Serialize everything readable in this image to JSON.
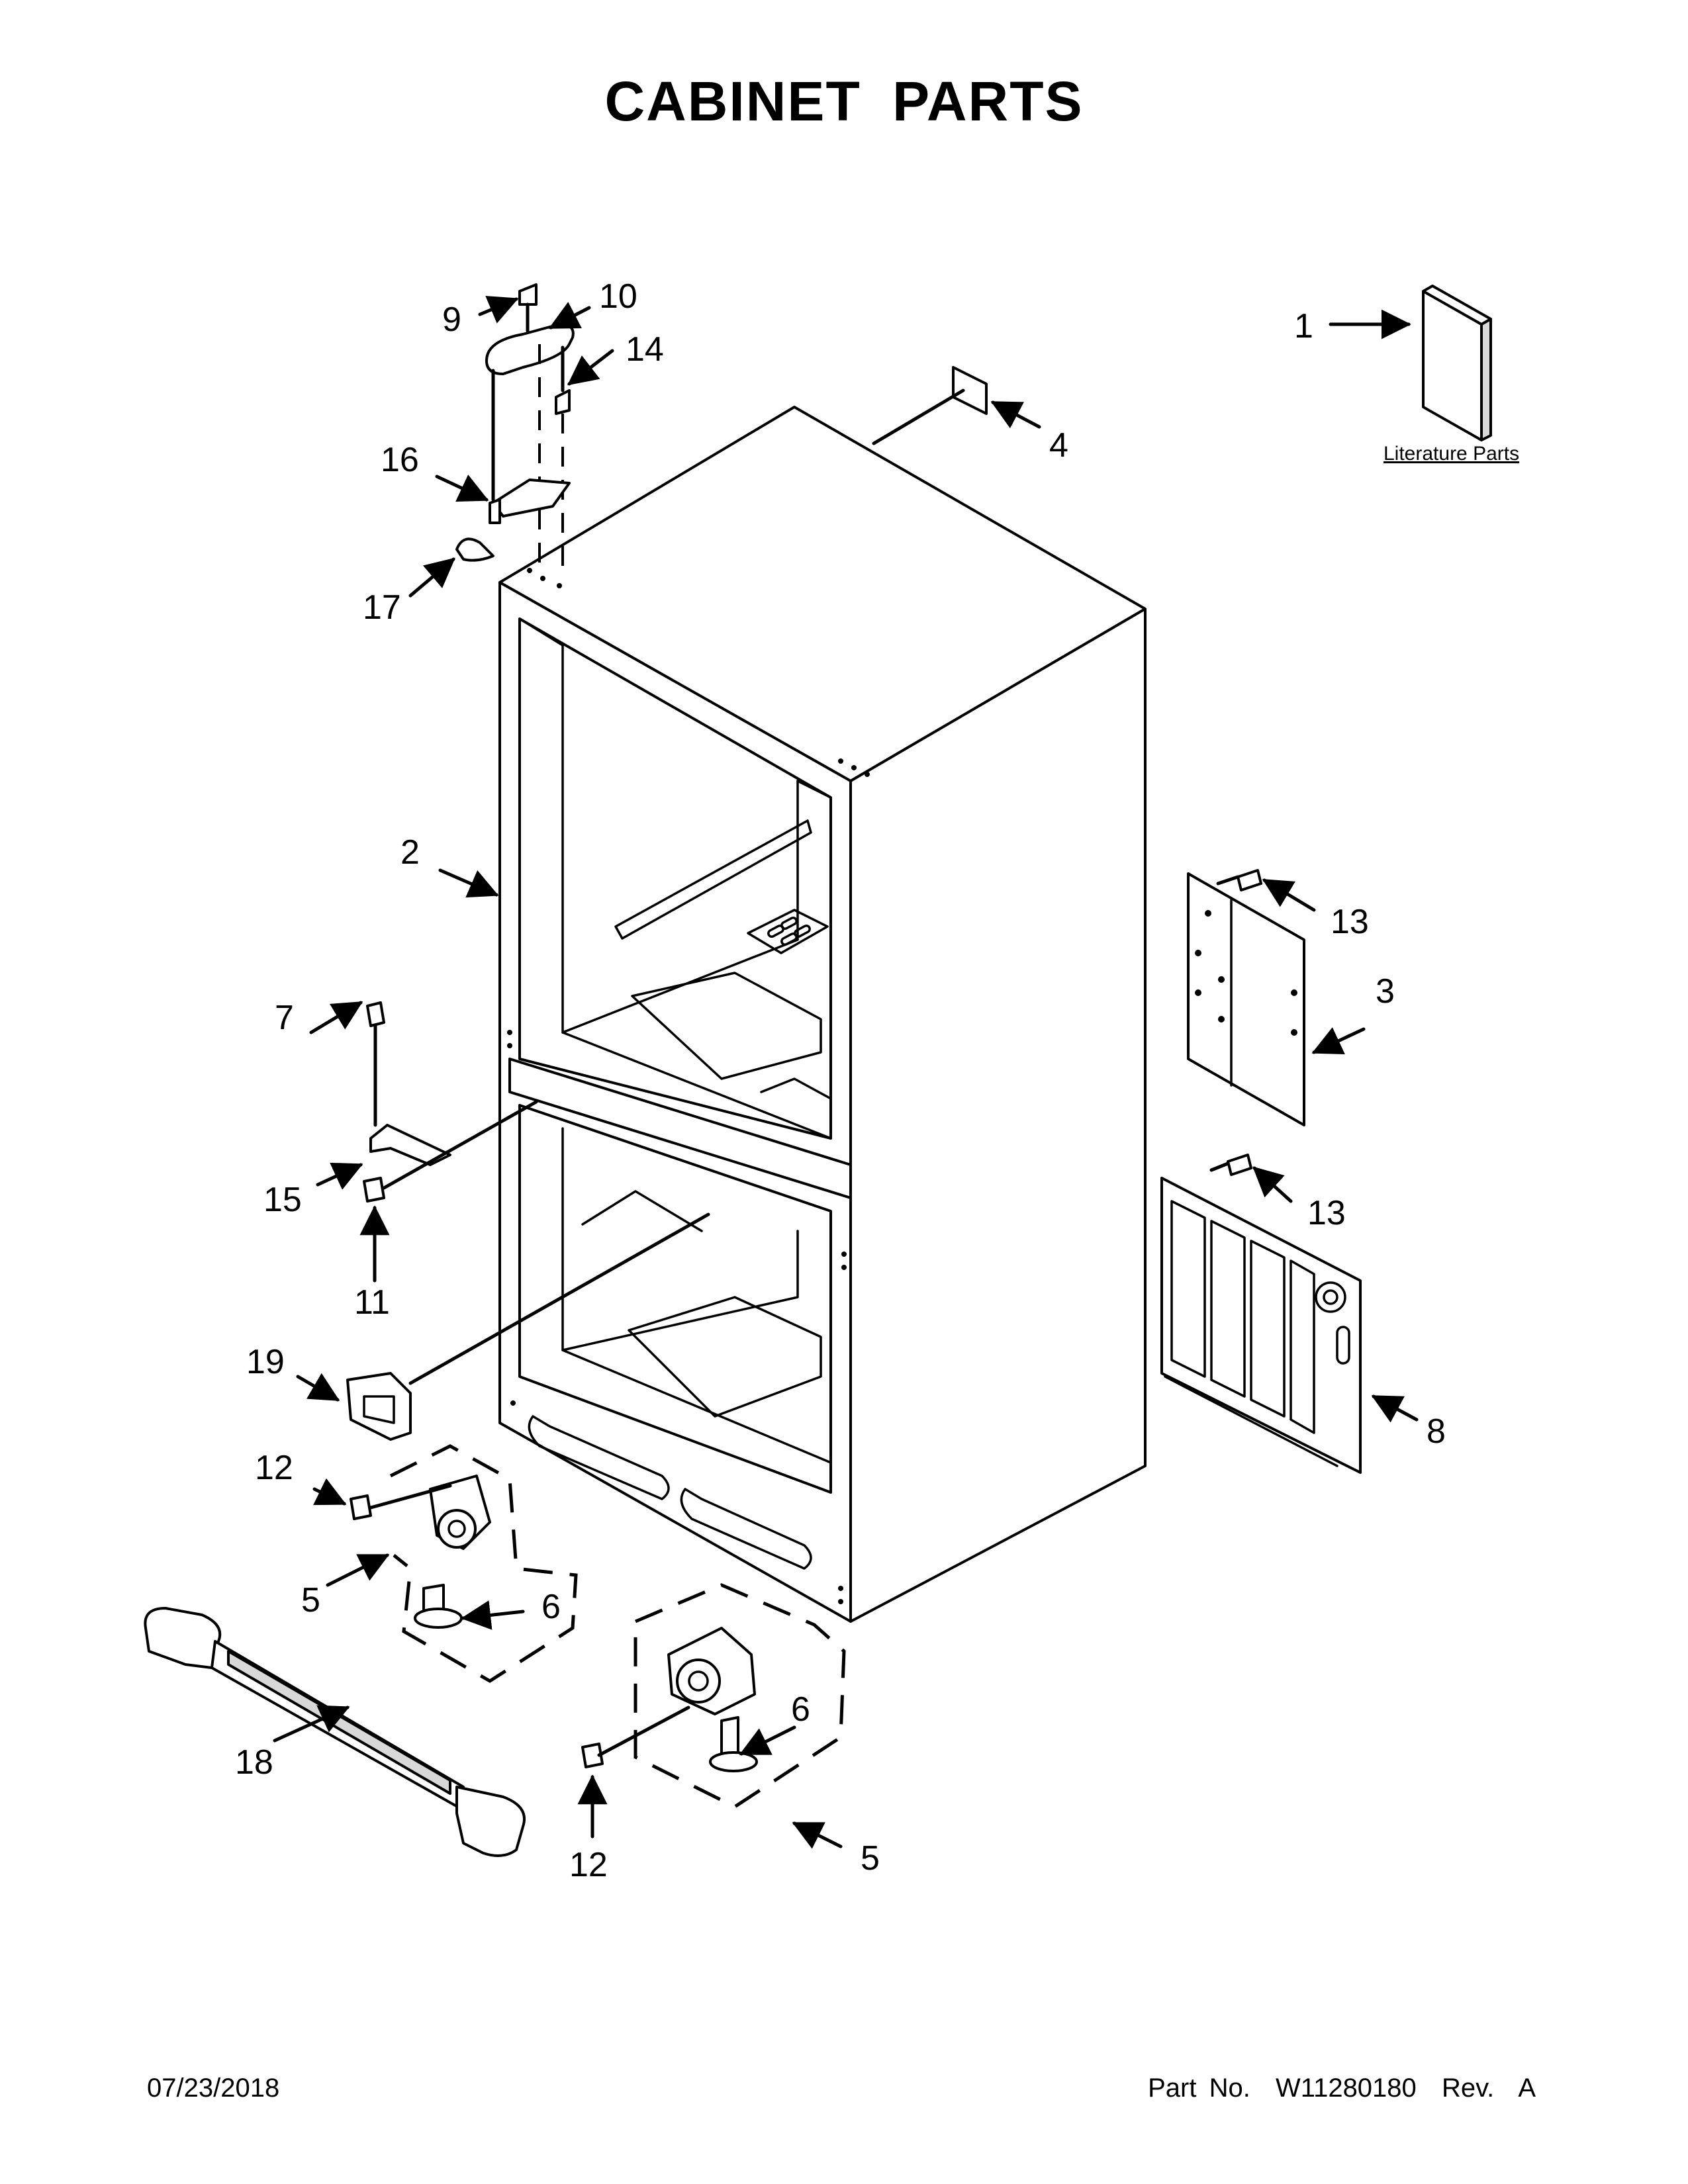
{
  "title": "CABINET PARTS",
  "footer": {
    "date": "07/23/2018",
    "part_number": "Part No.  W11280180  Rev.  A"
  },
  "literature_label": "Literature Parts",
  "callouts": [
    {
      "id": "c1",
      "label": "1"
    },
    {
      "id": "c2",
      "label": "2"
    },
    {
      "id": "c3",
      "label": "3"
    },
    {
      "id": "c4",
      "label": "4"
    },
    {
      "id": "c5a",
      "label": "5"
    },
    {
      "id": "c5b",
      "label": "5"
    },
    {
      "id": "c6a",
      "label": "6"
    },
    {
      "id": "c6b",
      "label": "6"
    },
    {
      "id": "c7",
      "label": "7"
    },
    {
      "id": "c8",
      "label": "8"
    },
    {
      "id": "c9",
      "label": "9"
    },
    {
      "id": "c10",
      "label": "10"
    },
    {
      "id": "c11",
      "label": "11"
    },
    {
      "id": "c12a",
      "label": "12"
    },
    {
      "id": "c12b",
      "label": "12"
    },
    {
      "id": "c13a",
      "label": "13"
    },
    {
      "id": "c13b",
      "label": "13"
    },
    {
      "id": "c14",
      "label": "14"
    },
    {
      "id": "c15",
      "label": "15"
    },
    {
      "id": "c16",
      "label": "16"
    },
    {
      "id": "c17",
      "label": "17"
    },
    {
      "id": "c18",
      "label": "18"
    },
    {
      "id": "c19",
      "label": "19"
    }
  ]
}
